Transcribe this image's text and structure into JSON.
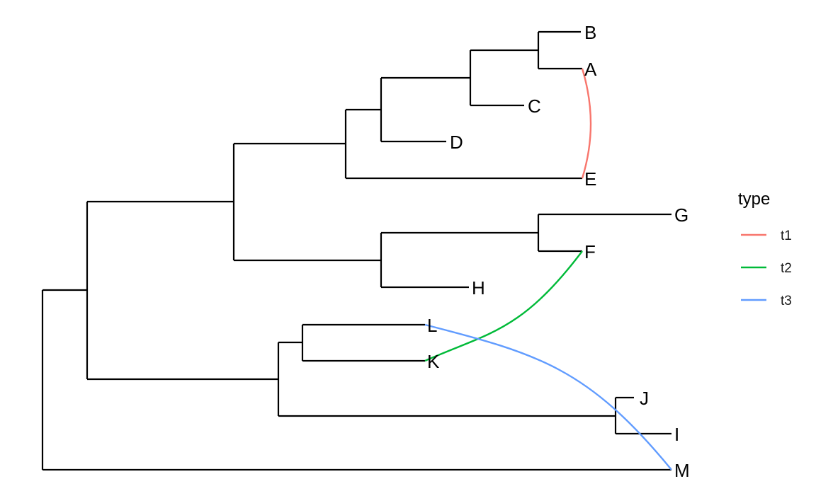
{
  "tree": {
    "tips": [
      "B",
      "A",
      "C",
      "D",
      "E",
      "G",
      "F",
      "H",
      "L",
      "K",
      "J",
      "I",
      "M"
    ]
  },
  "links": [
    {
      "from": "A",
      "to": "E",
      "type": "t1"
    },
    {
      "from": "K",
      "to": "F",
      "type": "t2"
    },
    {
      "from": "L",
      "to": "M",
      "type": "t3"
    }
  ],
  "legend": {
    "title": "type",
    "items": [
      {
        "label": "t1",
        "color": "#F8766D"
      },
      {
        "label": "t2",
        "color": "#00BA38"
      },
      {
        "label": "t3",
        "color": "#619CFF"
      }
    ]
  }
}
